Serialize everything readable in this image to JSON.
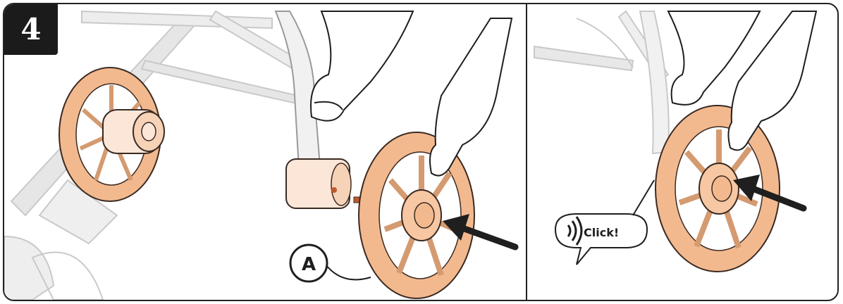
{
  "step": {
    "number": "4"
  },
  "panel_left": {
    "callout_label": "A"
  },
  "panel_right": {
    "sound_text": "Click!"
  },
  "colors": {
    "wheel_fill": "#f3b98e",
    "wheel_stroke": "#3a2a22",
    "frame_gray": "#d9d9d9",
    "line_dark": "#222222",
    "arrow": "#1f1f1f"
  }
}
